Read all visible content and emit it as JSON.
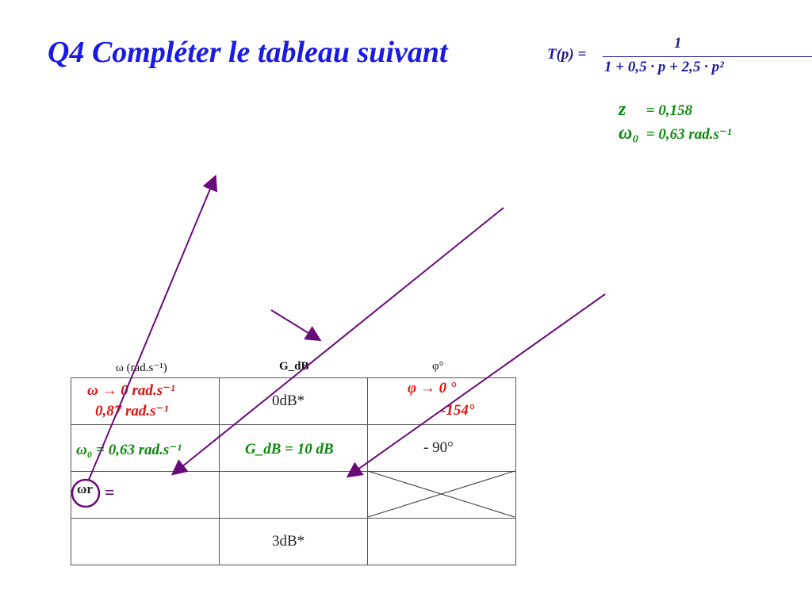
{
  "title": "Q4 Compléter le tableau suivant",
  "formula": {
    "lhs": "T(p) =",
    "numerator": "1",
    "denominator": "1 + 0,5 · p + 2,5 · p²"
  },
  "params": {
    "z_symbol": "z",
    "z_value": "=  0,158",
    "w0_symbol": "ω₀",
    "w0_value": "=  0,63 rad.s⁻¹"
  },
  "table": {
    "headers": {
      "omega": "ω (rad.s⁻¹)",
      "gain": "G_dB",
      "phase": "φ°"
    },
    "row1": {
      "omega_line1": "ω →  0 rad.s⁻¹",
      "omega_line2": "0,87 rad.s⁻¹",
      "gain": "0dB*",
      "phase_line1": "φ →  0 °",
      "phase_line2": "-154°"
    },
    "row2": {
      "omega": "ω₀ = 0,63 rad.s⁻¹",
      "gain": "G_dB = 10 dB",
      "phase": "- 90°"
    },
    "row3": {
      "omega_label": "ωr",
      "omega_eq": "="
    },
    "row4": {
      "gain": "3dB*"
    }
  },
  "colors": {
    "title": "#1a1ae6",
    "green": "#0a8a0a",
    "red": "#e01010",
    "arrows": "#6a0a7a"
  }
}
